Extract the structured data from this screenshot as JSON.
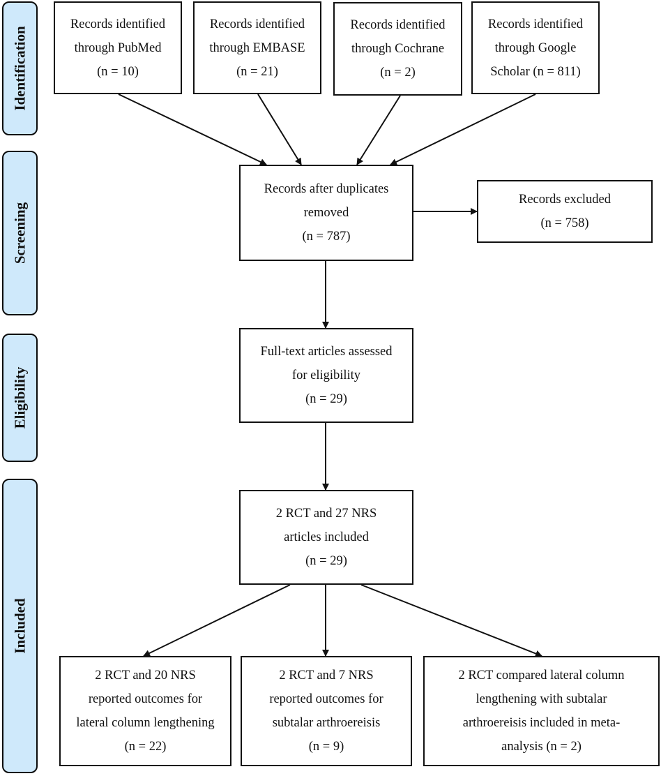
{
  "phases": {
    "identification": "Identification",
    "screening": "Screening",
    "eligibility": "Eligibility",
    "included": "Included"
  },
  "sources": [
    {
      "line1": "Records identified",
      "line2": "through PubMed",
      "line3": "(n = 10)"
    },
    {
      "line1": "Records identified",
      "line2": "through EMBASE",
      "line3": "(n = 21)"
    },
    {
      "line1": "Records identified",
      "line2": "through Cochrane",
      "line3": "(n = 2)"
    },
    {
      "line1": "Records identified",
      "line2": "through Google",
      "line3": "Scholar (n = 811)"
    }
  ],
  "deduplicated": {
    "line1": "Records after duplicates",
    "line2": "removed",
    "line3": "(n = 787)"
  },
  "excluded": {
    "line1": "Records excluded",
    "line2": "(n = 758)"
  },
  "fulltext": {
    "line1": "Full-text articles assessed",
    "line2": "for eligibility",
    "line3": "(n = 29)"
  },
  "included_total": {
    "line1": "2 RCT and 27 NRS",
    "line2": "articles included",
    "line3": "(n = 29)"
  },
  "outcomes": [
    {
      "line1": "2 RCT and 20 NRS",
      "line2": "reported outcomes for",
      "line3": "lateral column lengthening",
      "line4": "(n = 22)"
    },
    {
      "line1": "2 RCT and 7 NRS",
      "line2": "reported outcomes for",
      "line3": "subtalar arthroereisis",
      "line4": "(n = 9)"
    },
    {
      "line1": "2 RCT compared lateral column",
      "line2": "lengthening with subtalar",
      "line3": "arthroereisis included in meta-",
      "line4": "analysis (n = 2)"
    }
  ],
  "colors": {
    "phase_fill": "#cfe9fb",
    "border": "#111111"
  }
}
